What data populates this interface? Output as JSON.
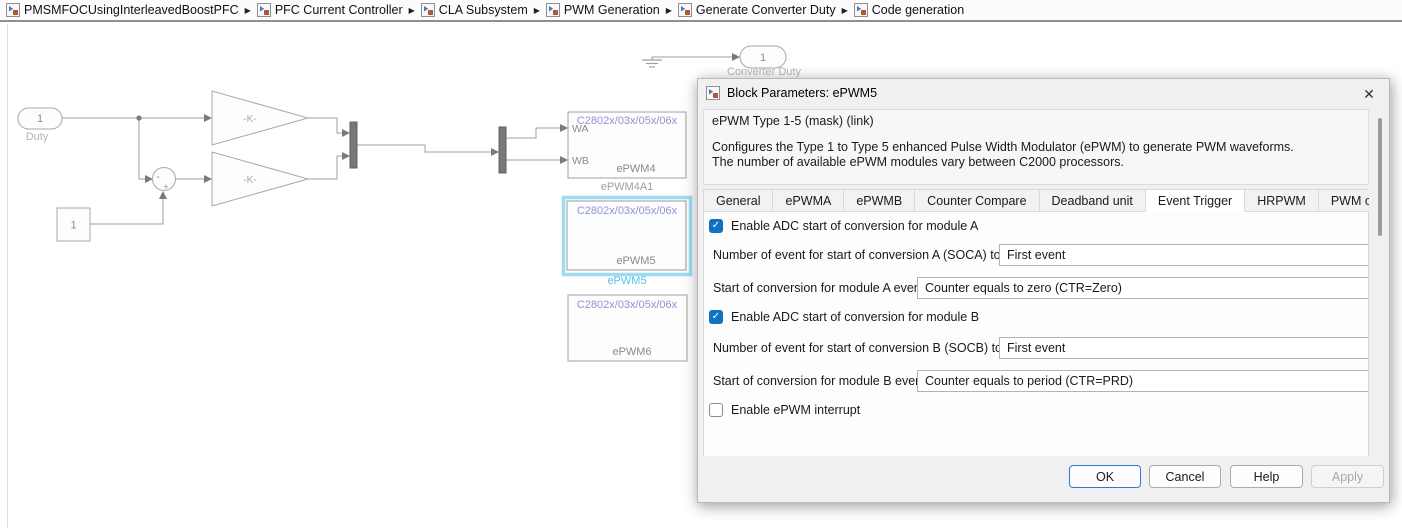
{
  "breadcrumb": {
    "items": [
      "PMSMFOCUsingInterleavedBoostPFC",
      "PFC Current Controller",
      "CLA Subsystem",
      "PWM Generation",
      "Generate Converter Duty",
      "Code generation"
    ]
  },
  "icons": {
    "close": "✕",
    "check": "✓",
    "crumb_arrow": "▶"
  },
  "diagram": {
    "outport": {
      "number": "1",
      "label": "Converter Duty"
    },
    "inport": {
      "number": "1",
      "label": "Duty"
    },
    "constant": {
      "value": "1"
    },
    "gain_top": {
      "label": "-K-"
    },
    "gain_bottom": {
      "label": "-K-"
    },
    "sum": {
      "sign_left": "-",
      "sign_bottom": "+"
    },
    "epwm4": {
      "chip": "C2802x/03x/05x/06x",
      "port_a": "WA",
      "port_b": "WB",
      "name": "ePWM4",
      "caption": "ePWM4A1"
    },
    "epwm5": {
      "chip": "C2802x/03x/05x/06x",
      "name": "ePWM5",
      "caption": "ePWM5"
    },
    "epwm6": {
      "chip": "C2802x/03x/05x/06x",
      "name": "ePWM6"
    }
  },
  "dialog": {
    "title": "Block Parameters: ePWM5",
    "mask": {
      "title": "ePWM Type 1-5 (mask) (link)",
      "description_line1": "Configures the Type 1 to Type 5 enhanced Pulse Width Modulator (ePWM) to generate PWM waveforms.",
      "description_line2": "The number of available ePWM modules vary between C2000 processors."
    },
    "tabs": [
      "General",
      "ePWMA",
      "ePWMB",
      "Counter Compare",
      "Deadband unit",
      "Event Trigger",
      "HRPWM",
      "PWM c"
    ],
    "active_tab": "Event Trigger",
    "fields": {
      "enable_soc_a": {
        "label": "Enable ADC start of conversion for module A",
        "checked": true
      },
      "soca_count": {
        "label": "Number of event for start of conversion A (SOCA) to be generated:",
        "value": "First event"
      },
      "soca_event": {
        "label": "Start of conversion for module A event selection:",
        "value": "Counter equals to zero (CTR=Zero)"
      },
      "enable_soc_b": {
        "label": "Enable ADC start of conversion for module B",
        "checked": true
      },
      "socb_count": {
        "label": "Number of event for start of conversion B (SOCB) to be generated:",
        "value": "First event"
      },
      "socb_event": {
        "label": "Start of conversion for module B event selection:",
        "value": "Counter equals to period (CTR=PRD)"
      },
      "enable_interrupt": {
        "label": "Enable ePWM interrupt",
        "checked": false
      }
    },
    "buttons": {
      "ok": "OK",
      "cancel": "Cancel",
      "help": "Help",
      "apply": "Apply"
    }
  },
  "colors": {
    "checkbox_accent": "#1272c2",
    "ok_border": "#2a7ad4",
    "selection_highlight": "#9fdcf4",
    "chip_text": "#9191d4",
    "wire": "#9f9f9f"
  }
}
